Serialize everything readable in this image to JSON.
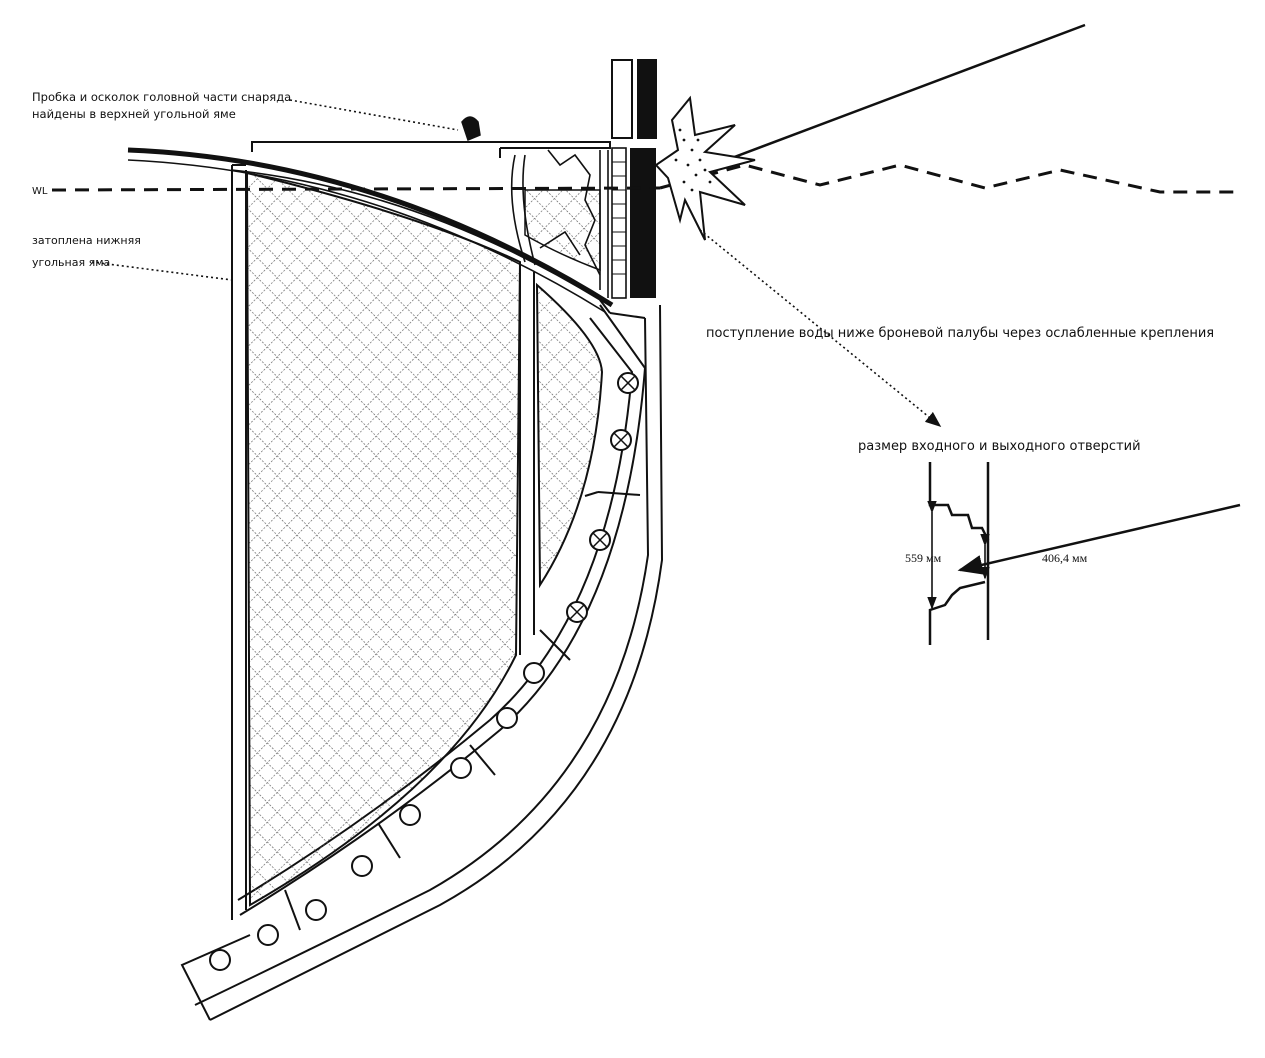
{
  "labels": {
    "shell_fragment_line1": "Пробка и осколок  головной части снаряда",
    "shell_fragment_line2": "найдены в верхней угольной яме",
    "waterline": "WL",
    "flooded_line1": "затоплена нижняя",
    "flooded_line2": "угольная яма",
    "water_ingress": "поступление воды ниже броневой палубы через ослабленные крепления",
    "hole_size_title": "размер входного и выходного отверстий",
    "dim_559": "559 мм",
    "dim_406": "406,4 мм"
  },
  "icons": {
    "impact": "explosion-icon",
    "fragment": "shell-fragment-icon"
  },
  "colors": {
    "ink": "#111111",
    "paper": "#ffffff"
  }
}
